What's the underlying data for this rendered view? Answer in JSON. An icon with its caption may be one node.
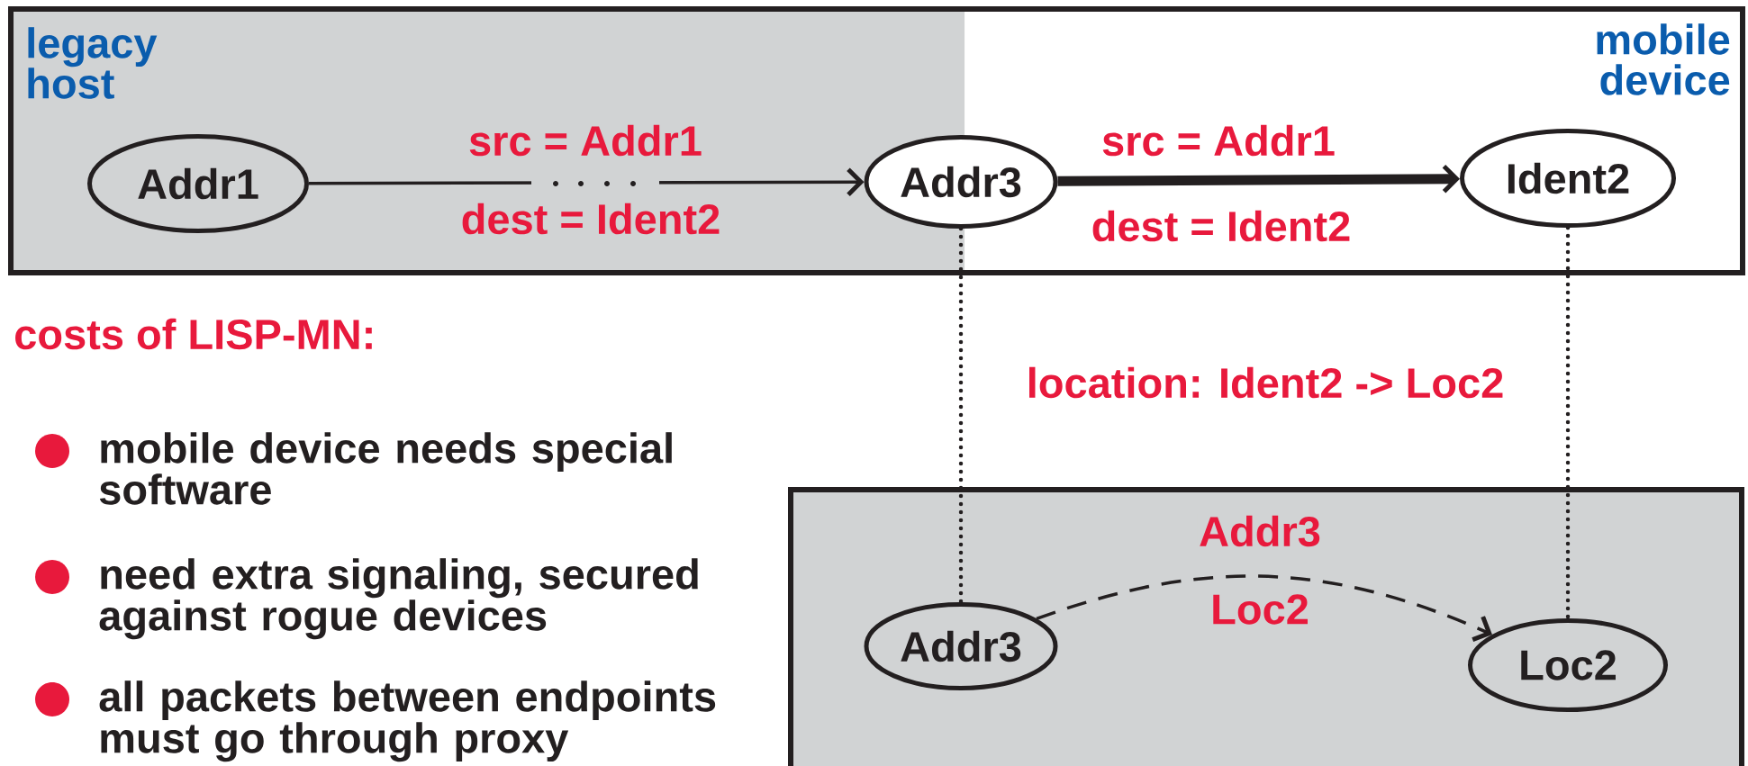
{
  "diagram": {
    "nodes": [
      {
        "text": [
          "legacy host"
        ]
      },
      {
        "text": [
          "mobile device"
        ]
      },
      {
        "text": [
          "Addr1"
        ],
        "in": 0
      },
      {
        "text": [
          "Addr3"
        ]
      },
      {
        "text": [
          "Ident2"
        ],
        "in": 1
      },
      {
        "text": [],
        "shape": "box"
      },
      {
        "text": [
          "Addr3"
        ],
        "in": 5
      },
      {
        "text": [
          "Loc2"
        ],
        "in": 5
      }
    ],
    "edges": [
      {
        "from": 2,
        "to": 3,
        "arrow": "to",
        "label": "src = Addr1"
      },
      {
        "from": 3,
        "to": 4,
        "arrow": "to",
        "label": "src = Addr1",
        "style": "thick"
      },
      {
        "from": 3,
        "to": 6,
        "arrow": "none",
        "style": "dashed"
      },
      {
        "from": 4,
        "to": 7,
        "arrow": "none",
        "style": "dashed"
      },
      {
        "from": 6,
        "to": 7,
        "arrow": "to",
        "label": "Addr3",
        "style": "dashed"
      }
    ],
    "labels": [
      "dest = Ident2",
      "dest = Ident2",
      "costs of LISP-MN:",
      "location: Ident2 -> Loc2",
      "mobile device needs special software",
      "need extra signaling, secured against rogue devices",
      "all packets between endpoints must go through proxy",
      "Loc2"
    ]
  }
}
